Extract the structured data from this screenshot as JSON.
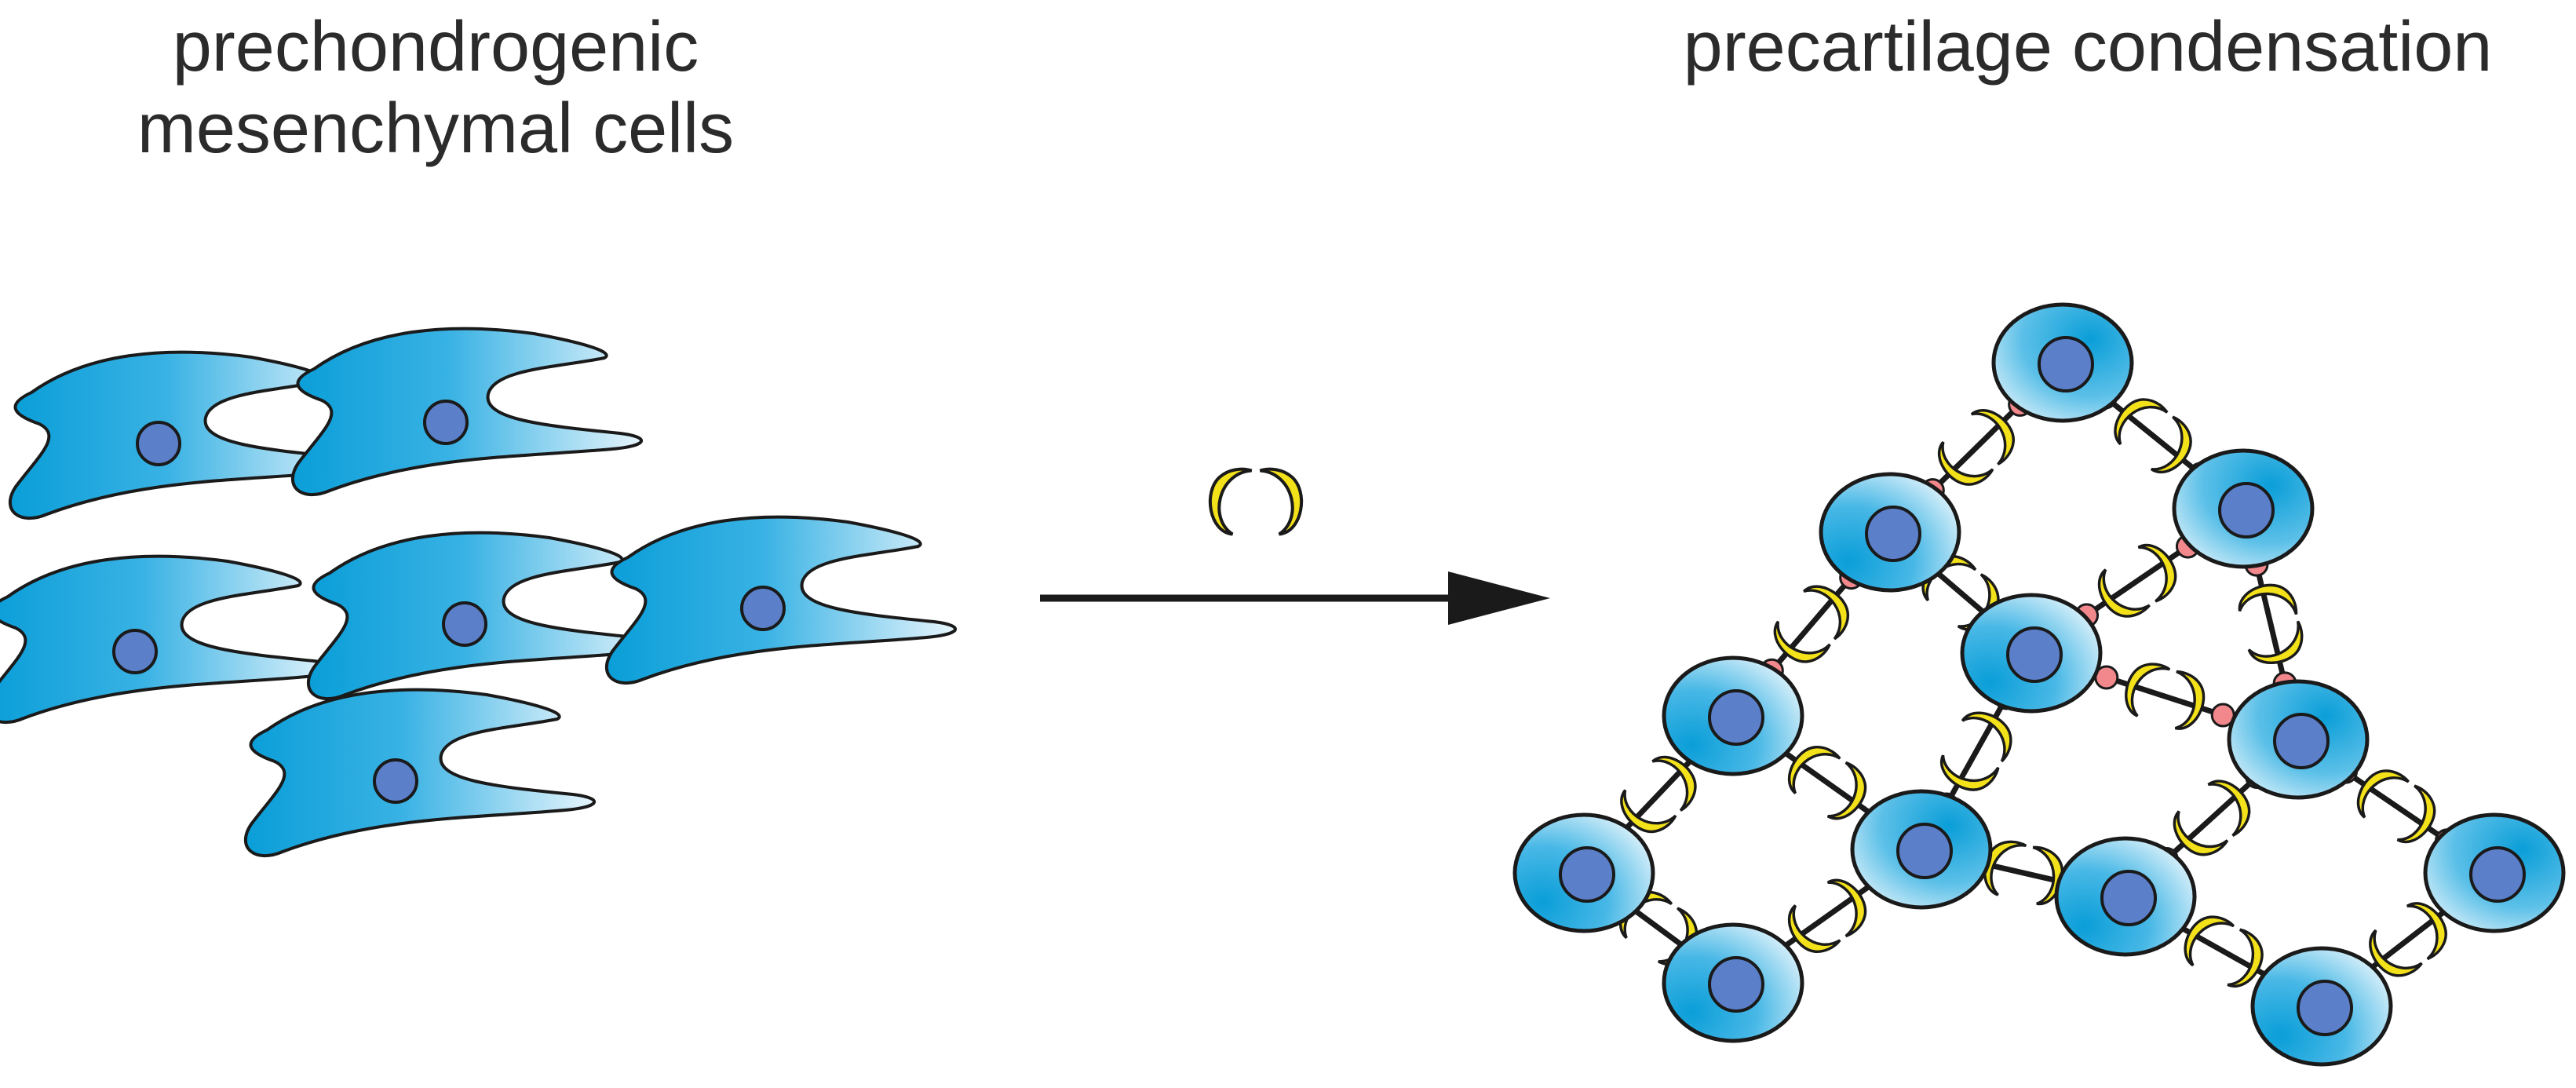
{
  "left_label": {
    "line1": "prechondrogenic",
    "line2": "mesenchymal cells"
  },
  "right_label": "precartilage condensation",
  "colors": {
    "cell_dark": "#0a9ed8",
    "cell_light": "#e3f4fc",
    "nucleus": "#5b7fc9",
    "adhesion_molecule": "#f3e11a",
    "receptor": "#f2888c",
    "outline": "#1a1a1a"
  },
  "icons": {
    "adhesion_factor": "yellow-crescent-pair",
    "arrow": "right-arrow"
  }
}
